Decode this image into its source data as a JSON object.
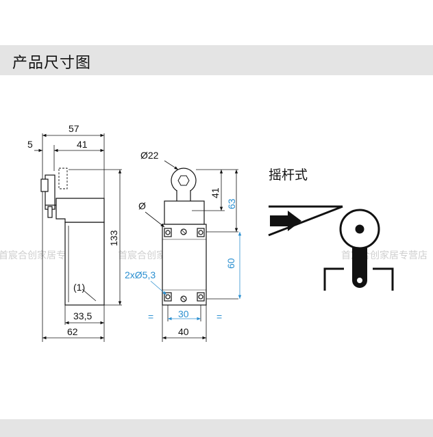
{
  "header": {
    "title": "产品尺寸图"
  },
  "watermark": {
    "text": "首宸合创家居专营店"
  },
  "side_view": {
    "dim_57": "57",
    "dim_5": "5",
    "dim_41": "41",
    "dim_133": "133",
    "dim_33_5": "33,5",
    "dim_62": "62",
    "callout_1": "(1)"
  },
  "front_view": {
    "dim_d22": "Ø22",
    "dim_d": "Ø",
    "dim_41": "41",
    "dim_63": "63",
    "dim_60": "60",
    "dim_2xd53": "2xØ5,3",
    "dim_30": "30",
    "dim_40": "40",
    "eq_left": "=",
    "eq_right": "="
  },
  "schematic": {
    "label": "摇杆式"
  },
  "colors": {
    "dimension_blue": "#2a8fd0",
    "line": "#111111",
    "header_bg": "#e4e4e4"
  }
}
